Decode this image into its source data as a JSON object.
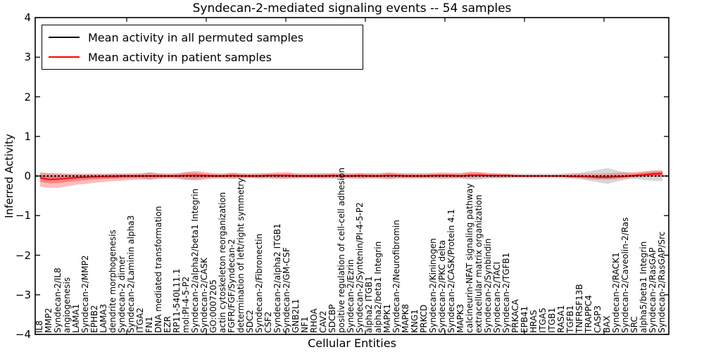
{
  "figure": {
    "title": "Syndecan-2-mediated signaling events -- 54 samples",
    "xlabel": "Cellular Entities",
    "ylabel": "Inferred Activity"
  },
  "legend": {
    "position": "upper left",
    "items": [
      {
        "label": "Mean activity in all permuted samples",
        "color": "#000000",
        "style": "solid"
      },
      {
        "label": "Mean activity in patient samples",
        "color": "#ff0000",
        "style": "solid"
      }
    ]
  },
  "colors": {
    "patient_line": "#ff0000",
    "patient_band": "#ff0000",
    "permuted_line": "#000000",
    "permuted_band": "#b0b0b0",
    "axes": "#000000",
    "background": "#ffffff"
  },
  "chart_data": {
    "type": "line",
    "title": "Syndecan-2-mediated signaling events -- 54 samples",
    "xlabel": "Cellular Entities",
    "ylabel": "Inferred Activity",
    "ylim": [
      -4,
      4
    ],
    "ytick_labels": [
      "−4",
      "−3",
      "−2",
      "−1",
      "0",
      "1",
      "2",
      "3",
      "4"
    ],
    "grid": false,
    "legend_position": "upper left",
    "categories": [
      "IL8",
      "MMP2",
      "Syndecan-2/IL8",
      "angiogenesis",
      "LAMA1",
      "Syndecan-2/MMP2",
      "EPHB2",
      "LAMA3",
      "dendrite morphogenesis",
      "Syndecan-2 dimer",
      "Syndecan-2/Laminin alpha3",
      "ITGA2",
      "FN1",
      "DNA mediated transformation",
      "EZR",
      "RP11-540L11.1",
      "mol:PI-4-5-P2",
      "Syndecan-2/alpha2/beta1 Integrin",
      "Syndecan-2/CASK",
      "GO:0007205",
      "actin cytoskeleton reorganization",
      "FGFR/FGF/Syndecan-2",
      "determination of left/right symmetry",
      "SDC2",
      "Syndecan-2/Fibronectin",
      "CSF2",
      "Syndecan-2/alpha2 ITGB1",
      "Syndecan-2/GM-CSF",
      "GNB2L1",
      "NF1",
      "RHOA",
      "CAV2",
      "SDCBP",
      "positive regulation of cell-cell adhesion",
      "Syndecan-2/Ezrin",
      "Syndecan-2/Syntenin/PI-4-5-P2",
      "alpha2 ITGB1",
      "alpha2/beta1 Integrin",
      "MAPK1",
      "Syndecan-2/Neurofibromin",
      "MAPK8",
      "KNG1",
      "PRKCD",
      "Syndecan-2/Kininogen",
      "Syndecan-2/PKC delta",
      "Syndecan-2/CASK/Protein 4.1",
      "MAPK3",
      "calcineurin-NFAT signaling pathway",
      "extracellular matrix organization",
      "Syndecan-2/Synbindin",
      "Syndecan-2/TACI",
      "Syndecan-2/TGFB1",
      "PRKACA",
      "EPB41",
      "HRAS",
      "ITGA5",
      "ITGB1",
      "RASA1",
      "TGFB1",
      "TNFRSF13B",
      "TRAPPC4",
      "CASP3",
      "BAX",
      "Syndecan-2/RACK1",
      "Syndecan-2/Caveolin-2/Ras",
      "SRC",
      "alpha5/beta1 Integrin",
      "Syndecan-2/RasGAP",
      "Syndecan-2/RasGAP/Src"
    ],
    "series": [
      {
        "name": "Mean activity in all permuted samples",
        "color": "#000000",
        "line_style": "dashed",
        "values": [
          0,
          0,
          0,
          0,
          0,
          0,
          0,
          0,
          0,
          0,
          0,
          0,
          0,
          0,
          0,
          0,
          0,
          0,
          0,
          0,
          0,
          0,
          0,
          0,
          0,
          0,
          0,
          0,
          0,
          0,
          0,
          0,
          0,
          0,
          0,
          0,
          0,
          0,
          0,
          0,
          0,
          0,
          0,
          0,
          0,
          0,
          0,
          0,
          0,
          0,
          0,
          0,
          0,
          0,
          0,
          0,
          0,
          0,
          0,
          0,
          0,
          0,
          0,
          0,
          0,
          0,
          0,
          0,
          0
        ]
      },
      {
        "name": "Mean activity in patient samples",
        "color": "#ff0000",
        "line_style": "solid",
        "values": [
          -0.05,
          -0.09,
          -0.08,
          -0.06,
          -0.04,
          -0.03,
          -0.02,
          -0.01,
          -0.01,
          0,
          0,
          0,
          0,
          0,
          0,
          0,
          0.01,
          0.01,
          0.01,
          0,
          0,
          0.01,
          0,
          0,
          0,
          0.01,
          0.01,
          0.01,
          0,
          0,
          0,
          0,
          0.01,
          0,
          0,
          0.01,
          0,
          0,
          0.01,
          0.01,
          0,
          0,
          0,
          0.01,
          0.01,
          0.01,
          0,
          0.02,
          0.02,
          0.01,
          0.01,
          0.01,
          0,
          0,
          0,
          0,
          0,
          0,
          -0.01,
          -0.01,
          -0.02,
          -0.03,
          -0.03,
          -0.02,
          -0.01,
          0.01,
          0.03,
          0.05,
          0.06
        ]
      }
    ],
    "bands": {
      "patient_std": {
        "color": "#ff0000",
        "upper": [
          0.1,
          0.07,
          0.06,
          0.05,
          0.05,
          0.05,
          0.05,
          0.05,
          0.06,
          0.06,
          0.06,
          0.07,
          0.09,
          0.07,
          0.06,
          0.07,
          0.1,
          0.13,
          0.1,
          0.07,
          0.06,
          0.09,
          0.07,
          0.06,
          0.07,
          0.08,
          0.09,
          0.1,
          0.07,
          0.06,
          0.07,
          0.07,
          0.08,
          0.07,
          0.07,
          0.08,
          0.07,
          0.07,
          0.09,
          0.08,
          0.07,
          0.07,
          0.07,
          0.08,
          0.09,
          0.08,
          0.08,
          0.11,
          0.1,
          0.08,
          0.07,
          0.06,
          0.04,
          0.03,
          0.03,
          0.03,
          0.03,
          0.04,
          0.05,
          0.06,
          0.06,
          0.06,
          0.07,
          0.08,
          0.09,
          0.1,
          0.12,
          0.14,
          0.15
        ],
        "lower": [
          -0.27,
          -0.3,
          -0.3,
          -0.26,
          -0.22,
          -0.2,
          -0.17,
          -0.15,
          -0.13,
          -0.12,
          -0.1,
          -0.09,
          -0.09,
          -0.07,
          -0.06,
          -0.07,
          -0.09,
          -0.11,
          -0.09,
          -0.06,
          -0.06,
          -0.07,
          -0.06,
          -0.05,
          -0.06,
          -0.06,
          -0.07,
          -0.07,
          -0.06,
          -0.05,
          -0.06,
          -0.06,
          -0.06,
          -0.06,
          -0.06,
          -0.07,
          -0.06,
          -0.06,
          -0.07,
          -0.06,
          -0.06,
          -0.06,
          -0.06,
          -0.06,
          -0.07,
          -0.06,
          -0.06,
          -0.06,
          -0.05,
          -0.05,
          -0.05,
          -0.04,
          -0.03,
          -0.03,
          -0.03,
          -0.03,
          -0.03,
          -0.04,
          -0.05,
          -0.06,
          -0.08,
          -0.09,
          -0.09,
          -0.08,
          -0.06,
          -0.04,
          -0.03,
          -0.02,
          -0.02
        ]
      },
      "permuted_std": {
        "color": "#b0b0b0",
        "halfwidth": [
          0.07,
          0.07,
          0.07,
          0.06,
          0.06,
          0.06,
          0.06,
          0.06,
          0.06,
          0.06,
          0.06,
          0.06,
          0.09,
          0.06,
          0.06,
          0.06,
          0.1,
          0.09,
          0.06,
          0.06,
          0.06,
          0.07,
          0.06,
          0.06,
          0.06,
          0.06,
          0.06,
          0.06,
          0.06,
          0.06,
          0.06,
          0.06,
          0.06,
          0.06,
          0.06,
          0.06,
          0.06,
          0.06,
          0.08,
          0.06,
          0.06,
          0.06,
          0.06,
          0.06,
          0.06,
          0.06,
          0.06,
          0.09,
          0.09,
          0.06,
          0.06,
          0.06,
          0.06,
          0.06,
          0.06,
          0.06,
          0.06,
          0.06,
          0.07,
          0.08,
          0.12,
          0.16,
          0.2,
          0.14,
          0.09,
          0.07,
          0.1,
          0.12,
          0.13
        ]
      }
    }
  }
}
